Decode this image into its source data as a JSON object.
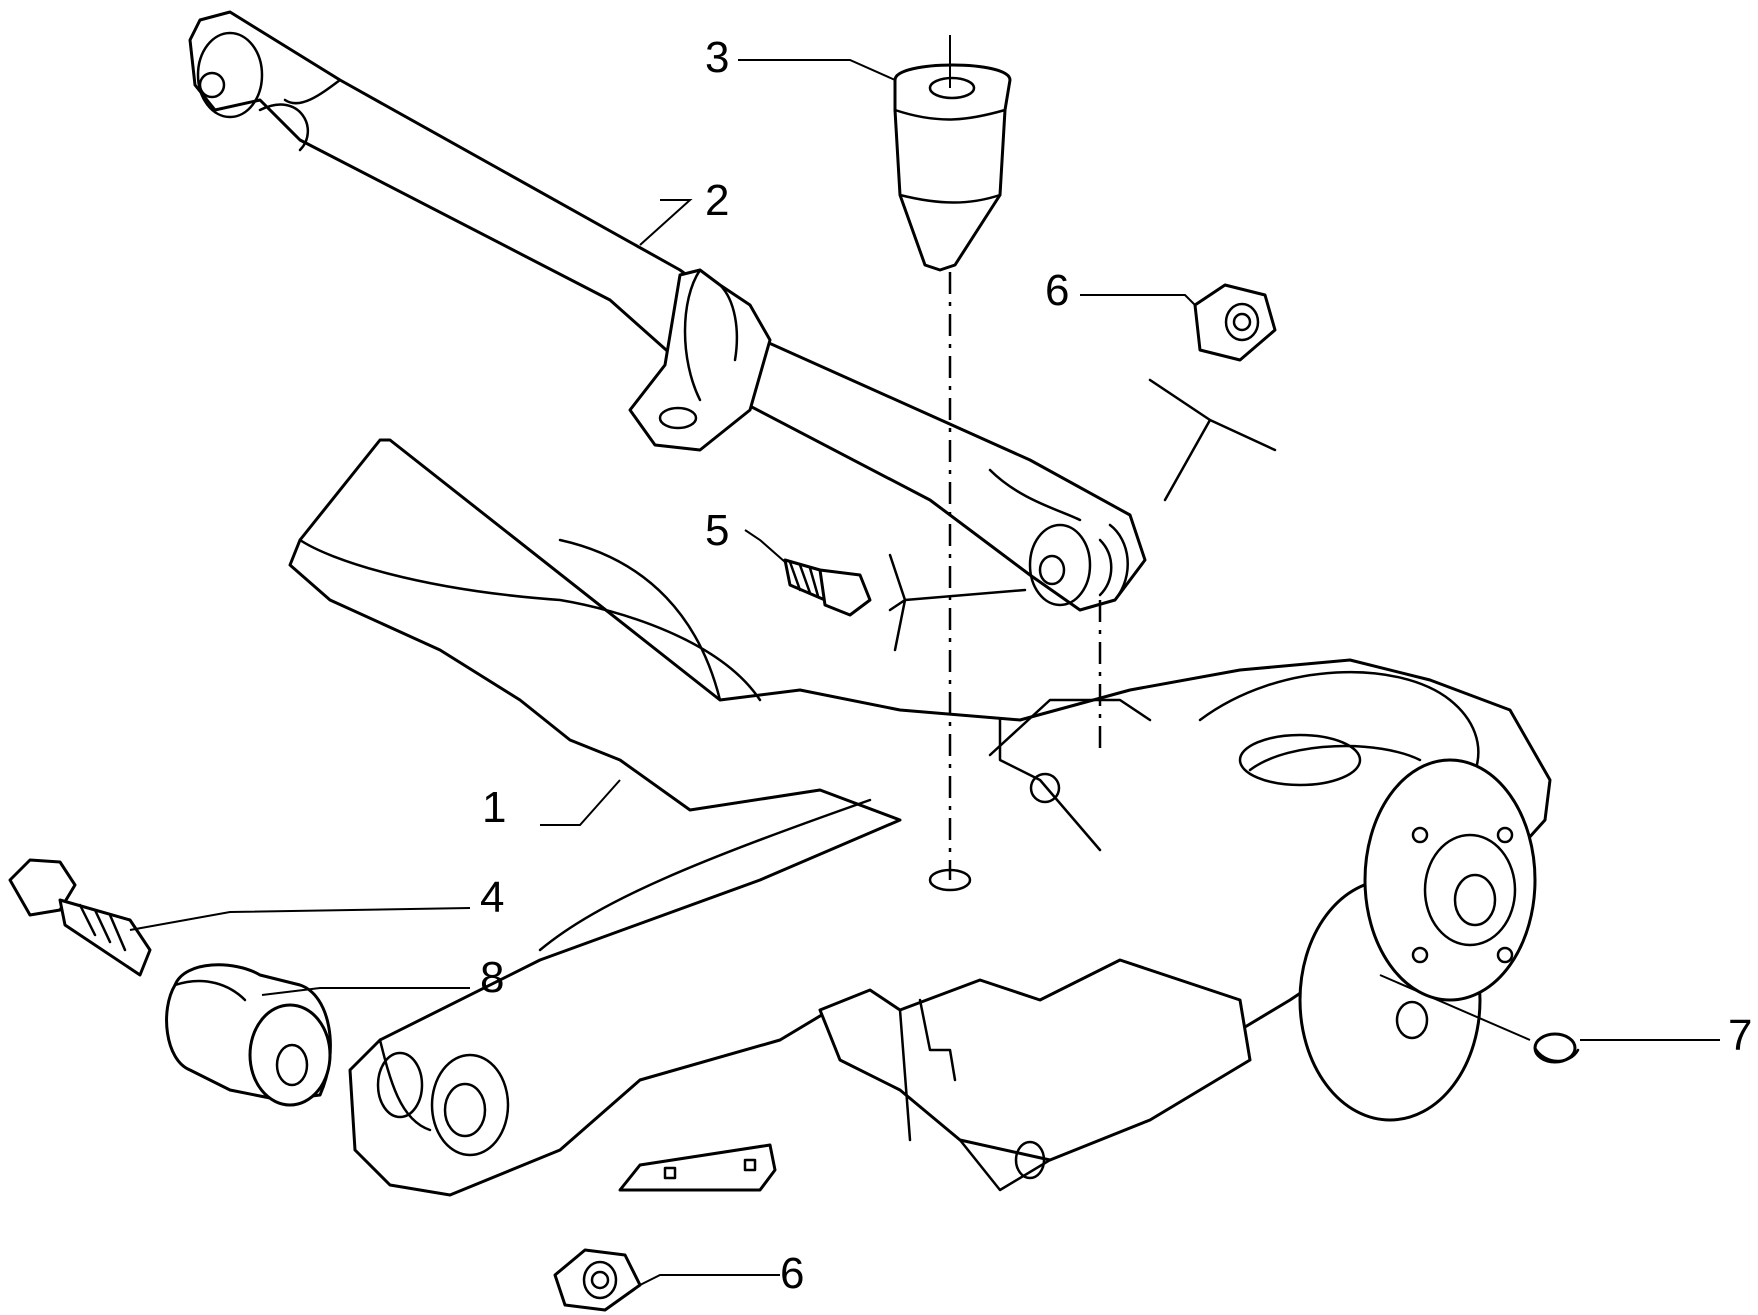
{
  "callouts": {
    "c1": "1",
    "c2": "2",
    "c3": "3",
    "c4": "4",
    "c5": "5",
    "c6a": "6",
    "c6b": "6",
    "c7": "7",
    "c8": "8"
  },
  "colors": {
    "line": "#000000",
    "background": "#ffffff"
  }
}
